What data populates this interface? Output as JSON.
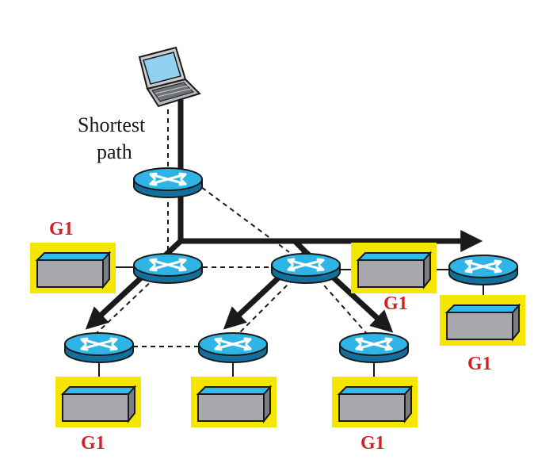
{
  "caption": {
    "line1": "Shortest",
    "line2": "path"
  },
  "group_label": "G1",
  "colors": {
    "router": "#2fb4e6",
    "highlight": "#f5e600",
    "group_label": "#d41f26"
  }
}
